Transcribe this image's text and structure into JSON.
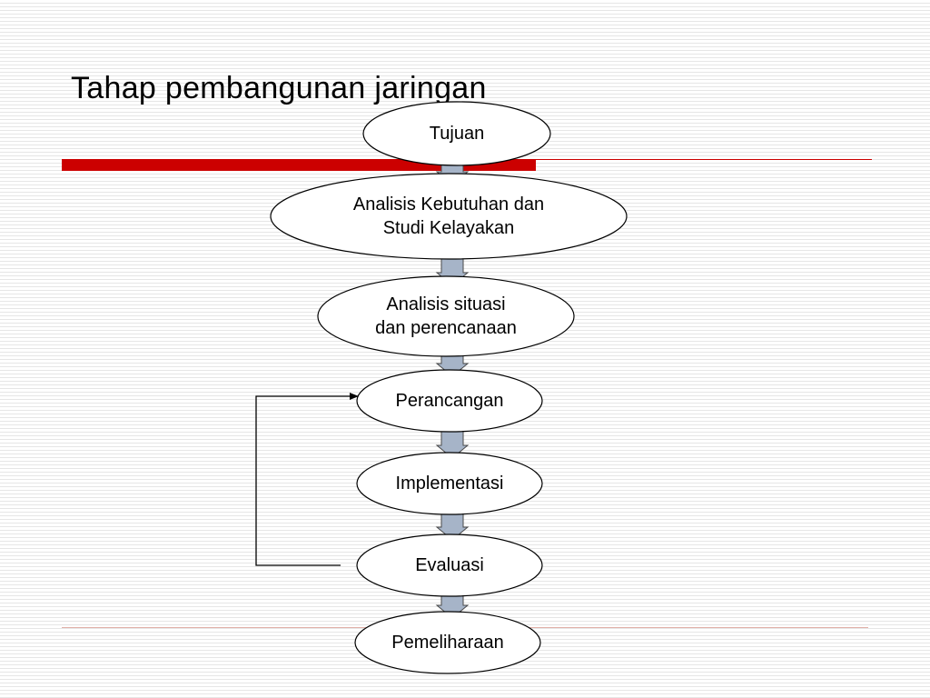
{
  "title": "Tahap pembangunan jaringan",
  "steps": [
    {
      "label": "Tujuan"
    },
    {
      "label": "Analisis Kebutuhan dan\nStudi Kelayakan"
    },
    {
      "label": "Analisis situasi\ndan perencanaan"
    },
    {
      "label": "Perancangan"
    },
    {
      "label": "Implementasi"
    },
    {
      "label": "Evaluasi"
    },
    {
      "label": "Pemeliharaan"
    }
  ],
  "colors": {
    "accent_bar": "#cc0000",
    "arrow_fill": "#a6b4c8",
    "node_fill": "#ffffff",
    "node_stroke": "#000000"
  }
}
